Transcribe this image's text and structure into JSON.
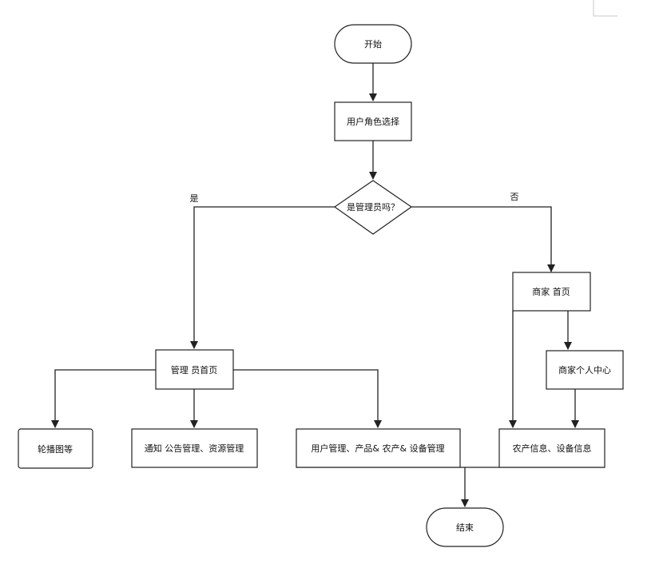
{
  "diagram": {
    "nodes": {
      "start": "开始",
      "role_select": "用户角色选择",
      "is_admin": "是管理员吗？",
      "merchant_home": "商家 首页",
      "merchant_center": "商家个人中心",
      "admin_home": "管理 员首页",
      "carousel": "轮播图等",
      "notice": "通知 公告管理、资源管理",
      "user_mgmt": "用户管理、产品& 农产& 设备管理",
      "farm_info": "农产信息、设备信息",
      "end": "结束"
    },
    "edge_labels": {
      "yes": "是",
      "no": "否"
    }
  }
}
